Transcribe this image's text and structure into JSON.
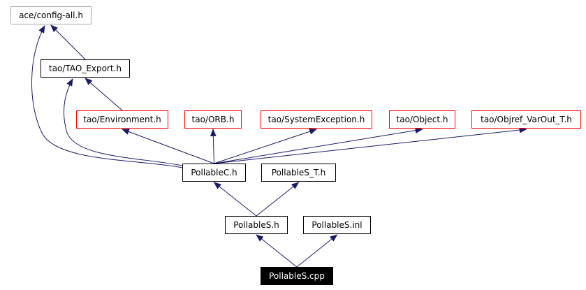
{
  "colors": {
    "edge": "#1a1a6a",
    "node_border_external": "#a8a8a8",
    "node_border_documented": "#000000",
    "node_border_undocumented": "#ff0000",
    "current_fill": "#000000",
    "current_text": "#ffffff"
  },
  "nodes": [
    {
      "id": "config_all",
      "label": "ace/config-all.h",
      "style": "external"
    },
    {
      "id": "tao_export",
      "label": "tao/TAO_Export.h",
      "style": "documented"
    },
    {
      "id": "environment",
      "label": "tao/Environment.h",
      "style": "undocumented"
    },
    {
      "id": "orb",
      "label": "tao/ORB.h",
      "style": "undocumented"
    },
    {
      "id": "sysexc",
      "label": "tao/SystemException.h",
      "style": "undocumented"
    },
    {
      "id": "object",
      "label": "tao/Object.h",
      "style": "undocumented"
    },
    {
      "id": "objref",
      "label": "tao/Objref_VarOut_T.h",
      "style": "undocumented"
    },
    {
      "id": "pollablec",
      "label": "PollableC.h",
      "style": "documented"
    },
    {
      "id": "pollables_t",
      "label": "PollableS_T.h",
      "style": "documented"
    },
    {
      "id": "pollables_h",
      "label": "PollableS.h",
      "style": "documented"
    },
    {
      "id": "pollables_inl",
      "label": "PollableS.inl",
      "style": "documented"
    },
    {
      "id": "pollables_cpp",
      "label": "PollableS.cpp",
      "style": "current"
    }
  ],
  "edges": [
    {
      "from": "tao_export",
      "to": "config_all"
    },
    {
      "from": "environment",
      "to": "tao_export"
    },
    {
      "from": "pollablec",
      "to": "config_all"
    },
    {
      "from": "pollablec",
      "to": "tao_export"
    },
    {
      "from": "pollablec",
      "to": "environment"
    },
    {
      "from": "pollablec",
      "to": "orb"
    },
    {
      "from": "pollablec",
      "to": "sysexc"
    },
    {
      "from": "pollablec",
      "to": "object"
    },
    {
      "from": "pollablec",
      "to": "objref"
    },
    {
      "from": "pollables_h",
      "to": "pollablec"
    },
    {
      "from": "pollables_h",
      "to": "pollables_t"
    },
    {
      "from": "pollables_cpp",
      "to": "pollables_h"
    },
    {
      "from": "pollables_cpp",
      "to": "pollables_inl"
    }
  ]
}
